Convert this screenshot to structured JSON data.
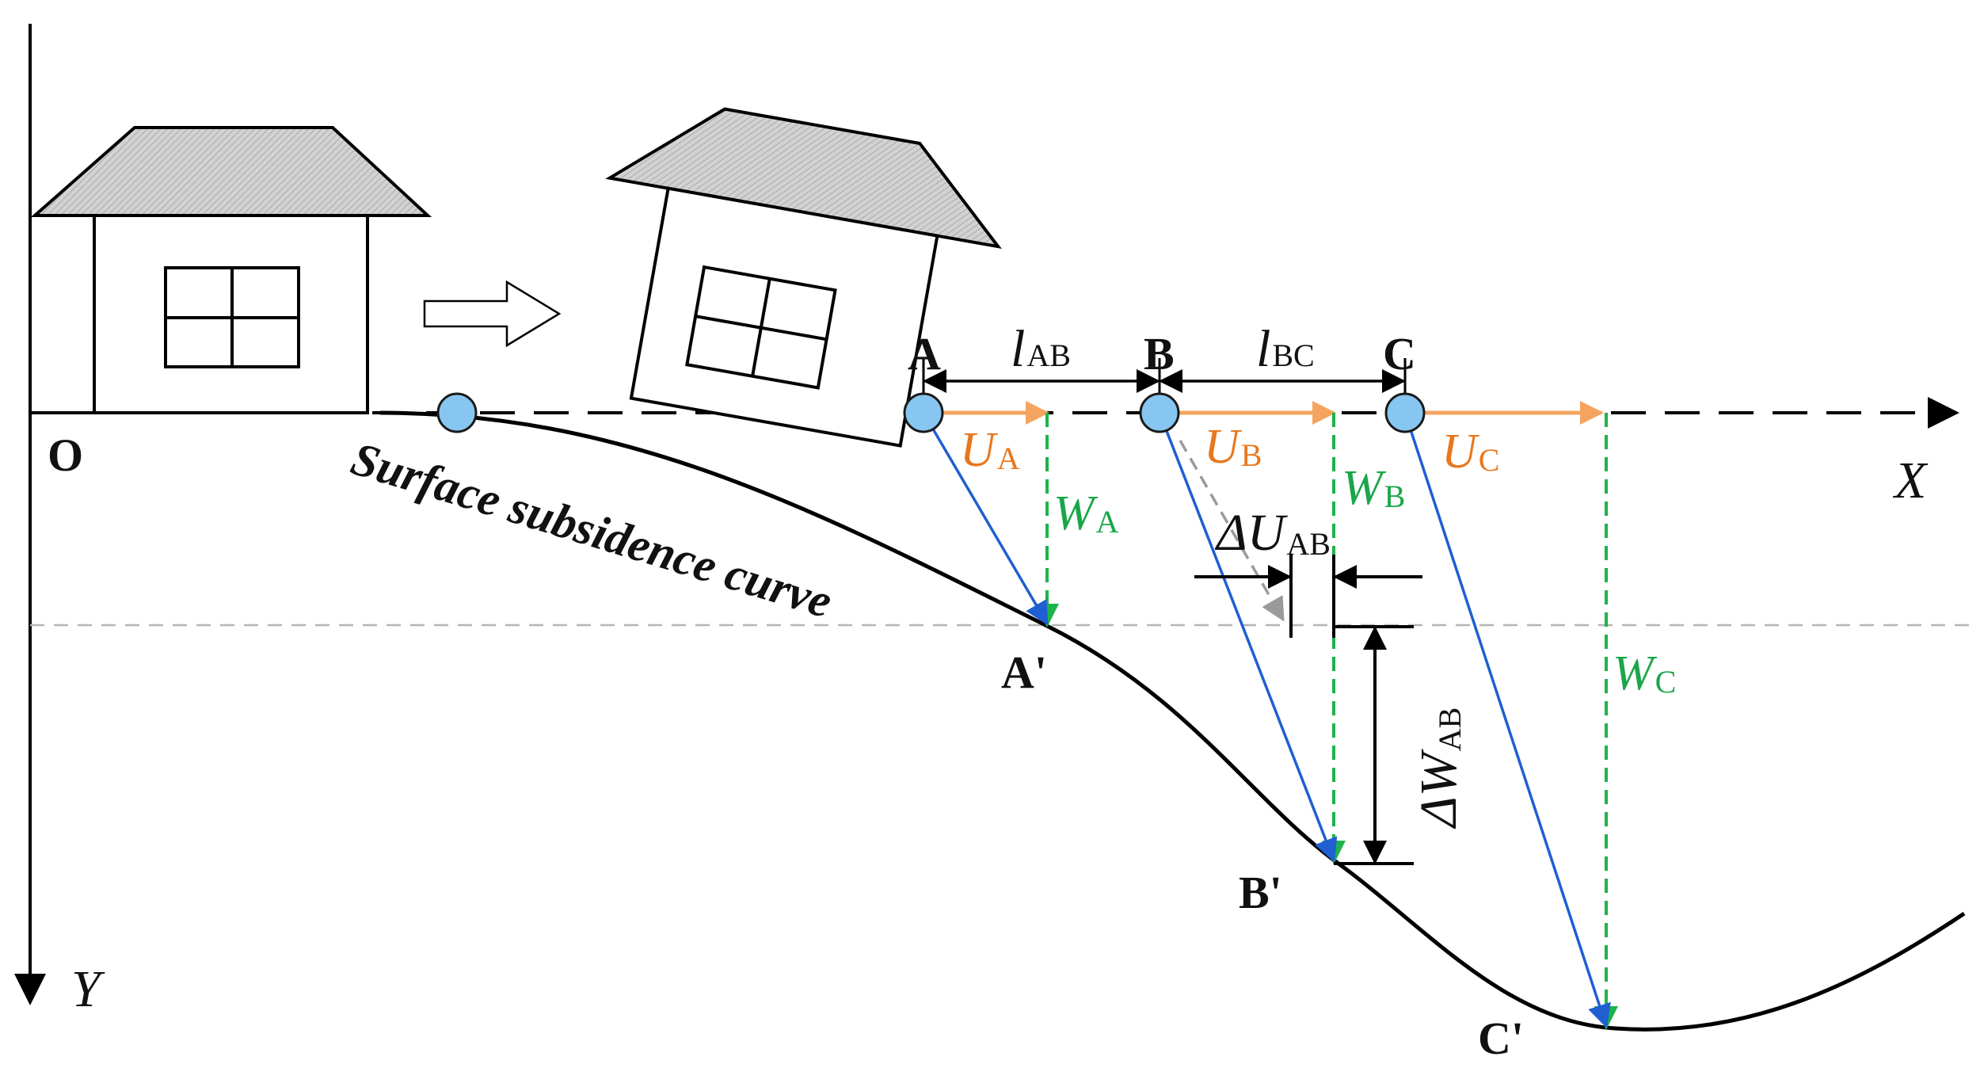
{
  "labels": {
    "origin": "O",
    "x_axis": "X",
    "y_axis": "Y",
    "point_a": "A",
    "point_b": "B",
    "point_c": "C",
    "point_a_prime": "A'",
    "point_b_prime": "B'",
    "point_c_prime": "C'",
    "curve_label": "Surface subsidence curve",
    "l_ab": {
      "main": "l",
      "sub": "AB"
    },
    "l_bc": {
      "main": "l",
      "sub": "BC"
    },
    "u_a": {
      "main": "U",
      "sub": "A"
    },
    "u_b": {
      "main": "U",
      "sub": "B"
    },
    "u_c": {
      "main": "U",
      "sub": "C"
    },
    "w_a": {
      "main": "W",
      "sub": "A"
    },
    "w_b": {
      "main": "W",
      "sub": "B"
    },
    "w_c": {
      "main": "W",
      "sub": "C"
    },
    "delta_u_ab": {
      "main": "ΔU",
      "sub": "AB"
    },
    "delta_w_ab": {
      "main": "ΔW",
      "sub": "AB"
    }
  },
  "colors": {
    "line": "#000000",
    "point_fill": "#87c6f0",
    "horizontal_displacement": "#f4a460",
    "vertical_displacement": "#1db34a",
    "resultant_displacement": "#1f5fd1",
    "reference_dashed": "#b5b5b5",
    "roof_fill": "#c9c9c9",
    "u_label": "#e8781e",
    "w_label": "#1aa64a"
  }
}
